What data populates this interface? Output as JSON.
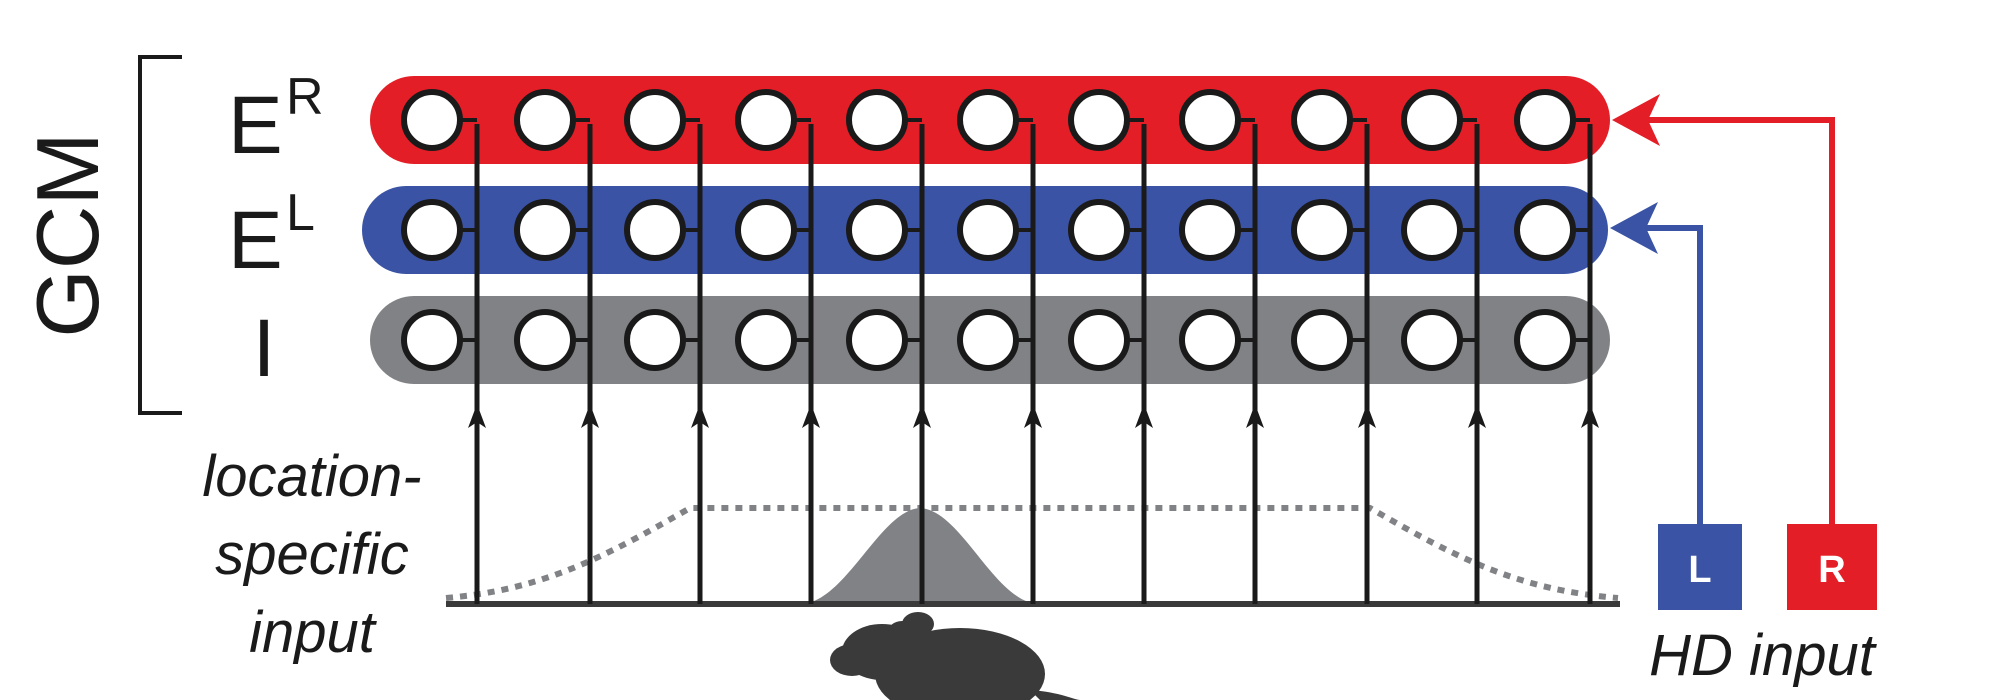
{
  "group_label": "GCM",
  "rows": [
    {
      "base": "E",
      "sup": "R",
      "color": "#e41e26"
    },
    {
      "base": "E",
      "sup": "L",
      "color": "#3a53a4"
    },
    {
      "base": "I",
      "sup": "",
      "color": "#808285"
    }
  ],
  "neurons_per_row": 11,
  "location_input_label": [
    "location-",
    "specific",
    "input"
  ],
  "hd_input": {
    "label": "HD input",
    "left_box": {
      "letter": "L",
      "color": "#3a53a4"
    },
    "right_box": {
      "letter": "R",
      "color": "#e41e26"
    }
  },
  "colors": {
    "line": "#1a1a1a",
    "bump": "#808285",
    "dotted": "#808285"
  },
  "icons": [
    "rat-icon"
  ]
}
